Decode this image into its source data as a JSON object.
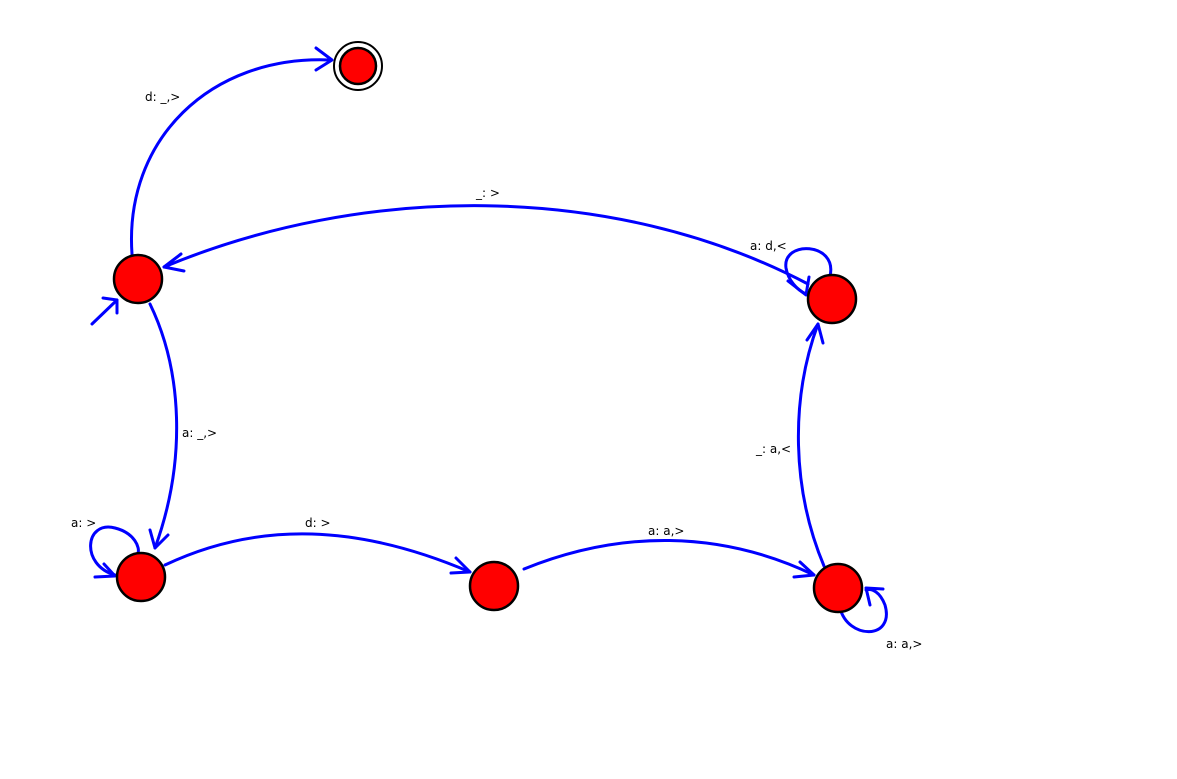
{
  "colors": {
    "state_fill": "#ff0000",
    "state_stroke": "#000000",
    "edge_color": "#0000ff",
    "label_color": "#000000",
    "background": "#ffffff"
  },
  "states": [
    {
      "id": "q0",
      "role": "initial"
    },
    {
      "id": "q1",
      "role": "normal"
    },
    {
      "id": "q2",
      "role": "normal"
    },
    {
      "id": "q3",
      "role": "normal"
    },
    {
      "id": "q4",
      "role": "normal"
    },
    {
      "id": "q5",
      "role": "accepting"
    }
  ],
  "transitions": [
    {
      "from": "q0",
      "to": "q5",
      "label": "d: _,>"
    },
    {
      "from": "q0",
      "to": "q1",
      "label": "a: _,>"
    },
    {
      "from": "q1",
      "to": "q1",
      "label": "a: >"
    },
    {
      "from": "q1",
      "to": "q2",
      "label": "d: >"
    },
    {
      "from": "q2",
      "to": "q3",
      "label": "a: a,>"
    },
    {
      "from": "q3",
      "to": "q3",
      "label": "a: a,>"
    },
    {
      "from": "q3",
      "to": "q4",
      "label": "_: a,<"
    },
    {
      "from": "q4",
      "to": "q4",
      "label": "a: d,<"
    },
    {
      "from": "q4",
      "to": "q0",
      "label": "_: >"
    }
  ]
}
